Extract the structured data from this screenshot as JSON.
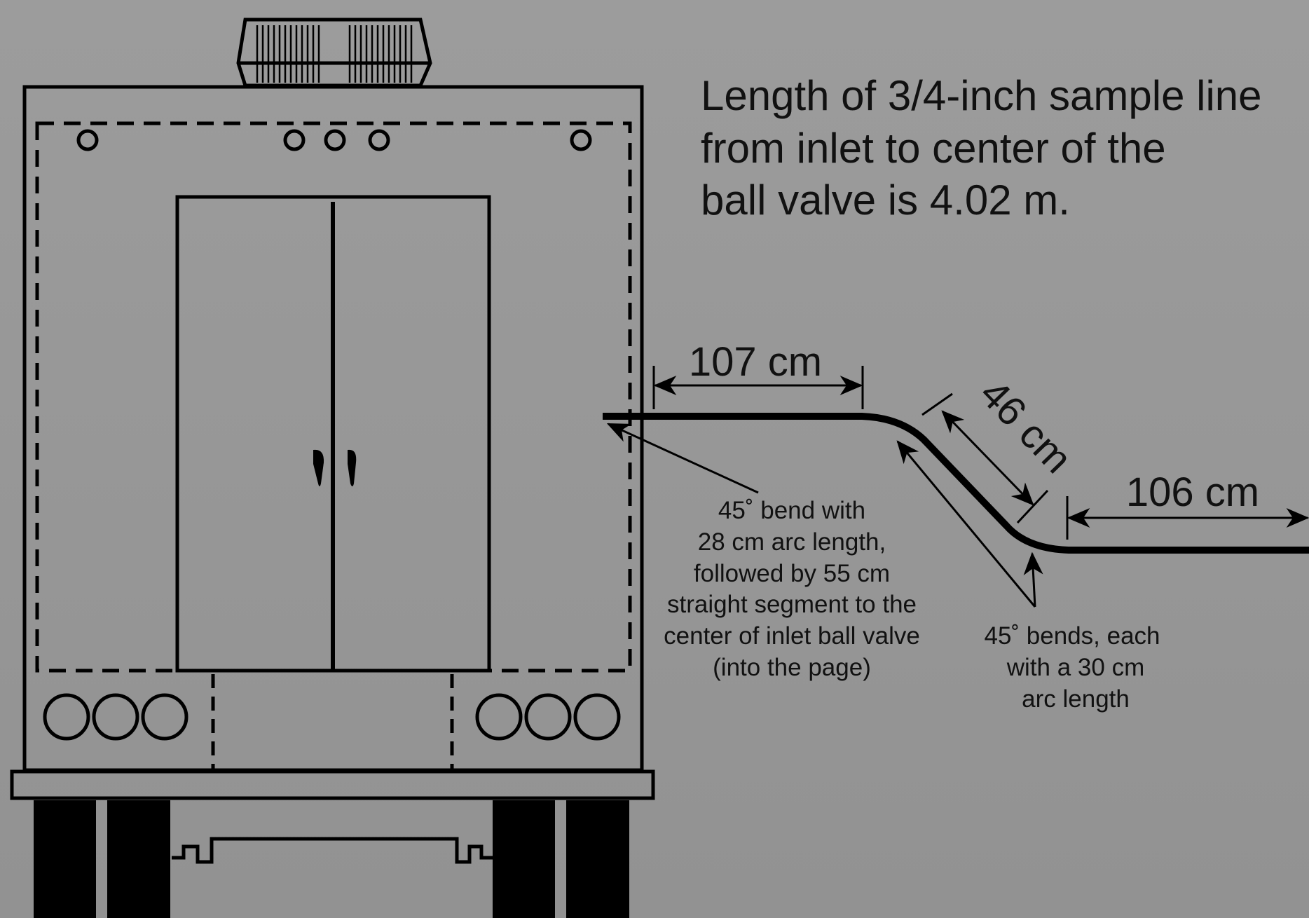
{
  "header_text": {
    "line1": "Length of 3/4-inch sample line",
    "line2": "from inlet to center of the",
    "line3": "ball valve is 4.02 m."
  },
  "dimensions": {
    "d1": "107 cm",
    "d2": "46 cm",
    "d3": "106 cm"
  },
  "note_inlet": {
    "line1": "45˚ bend with",
    "line2": "28 cm arc length,",
    "line3": "followed by 55 cm",
    "line4": "straight segment to the",
    "line5": "center of inlet ball valve",
    "line6": "(into the page)"
  },
  "note_bends": {
    "line1": "45˚ bends, each",
    "line2": "with a 30 cm",
    "line3": "arc length"
  },
  "colors": {
    "background": "#979797",
    "line": "#000000",
    "text": "#111111"
  }
}
